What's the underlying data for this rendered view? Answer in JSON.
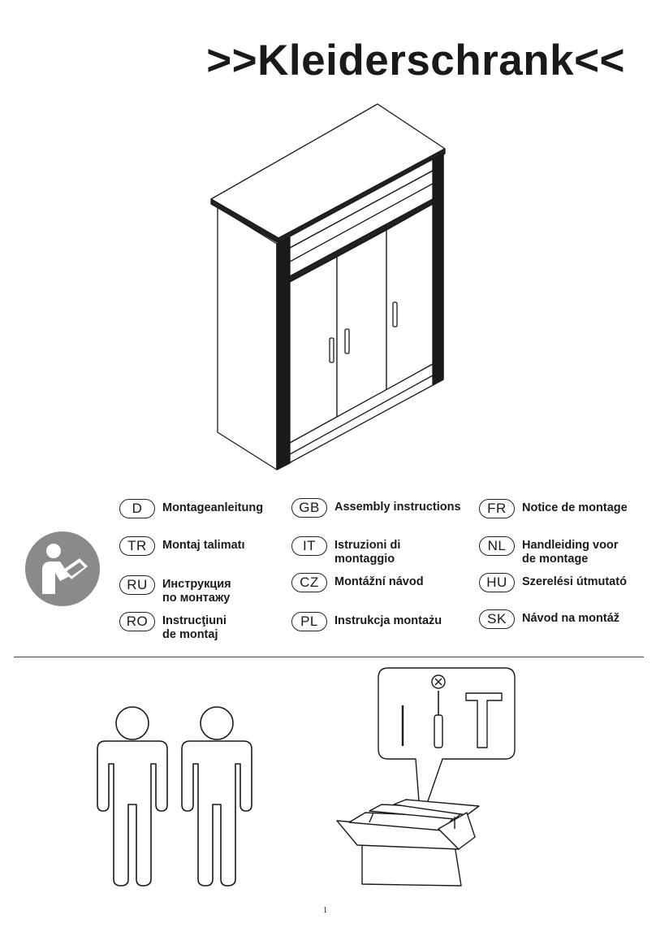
{
  "title": ">>Kleiderschrank<<",
  "icons": {
    "cabinet": "wardrobe-illustration",
    "manual": "read-manual-icon",
    "people": "two-person-icon",
    "tools": "toolbox-icon"
  },
  "languages": [
    {
      "code": "D",
      "label": "Montageanleitung"
    },
    {
      "code": "GB",
      "label": "Assembly instructions"
    },
    {
      "code": "FR",
      "label": "Notice de montage"
    },
    {
      "code": "TR",
      "label": "Montaj talimatı"
    },
    {
      "code": "IT",
      "label": "Istruzioni di\nmontaggio"
    },
    {
      "code": "NL",
      "label": "Handleiding voor\nde montage"
    },
    {
      "code": "RU",
      "label": "Инструкция\nпо монтажу"
    },
    {
      "code": "CZ",
      "label": "Montážní návod"
    },
    {
      "code": "HU",
      "label": "Szerelési útmutató"
    },
    {
      "code": "RO",
      "label": "Instrucţiuni\nde montaj"
    },
    {
      "code": "PL",
      "label": "Instrukcja montażu"
    },
    {
      "code": "SK",
      "label": "Návod na montáž"
    }
  ],
  "page_number": "1"
}
